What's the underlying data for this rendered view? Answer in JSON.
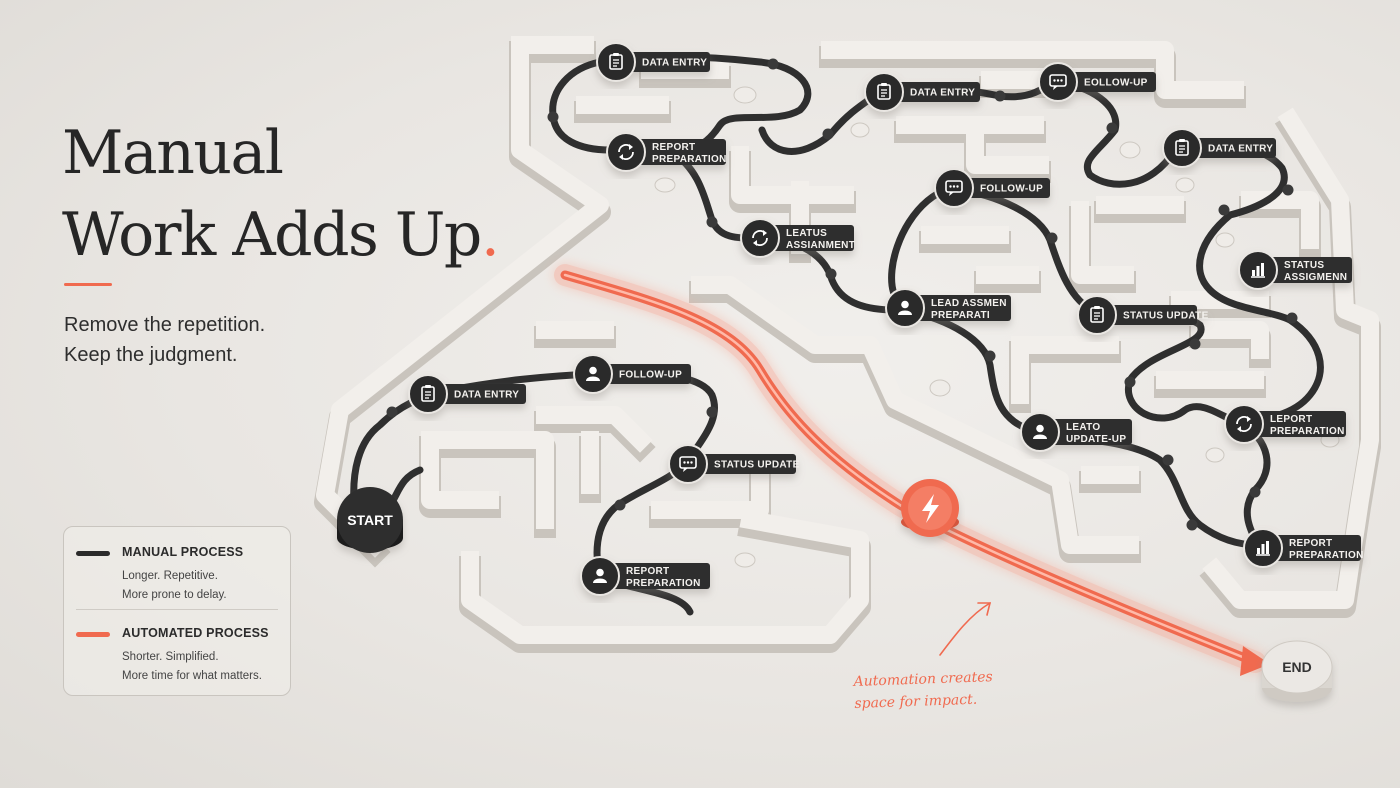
{
  "headline": {
    "line1": "Manual",
    "line2": "Work Adds Up",
    "dot": "."
  },
  "subtitle": {
    "line1": "Remove the repetition.",
    "line2": "Keep the judgment."
  },
  "legend": {
    "manual": {
      "title": "MANUAL PROCESS",
      "line1": "Longer. Repetitive.",
      "line2": "More prone to delay.",
      "color": "#2b2b2b"
    },
    "automated": {
      "title": "AUTOMATED PROCESS",
      "line1": "Shorter. Simplified.",
      "line2": "More time for what matters.",
      "color": "#f06a4f"
    }
  },
  "annotation": {
    "line1": "Automation creates",
    "line2": "space for impact."
  },
  "colors": {
    "accent": "#f06a4f",
    "manual_path": "#2f2f2f",
    "label_bg": "#2e2e2e",
    "wall": "#efece8"
  },
  "nodes": {
    "start": "START",
    "end": "END",
    "automation_icon": "lightning-icon"
  },
  "labels": [
    {
      "icon": "clipboard-icon",
      "line1": "DATA ENTRY",
      "line2": ""
    },
    {
      "icon": "cycle-icon",
      "line1": "REPORT",
      "line2": "PREPARATION"
    },
    {
      "icon": "clipboard-icon",
      "line1": "DATA ENTRY",
      "line2": ""
    },
    {
      "icon": "chat-icon",
      "line1": "ЕОLLОW-UP",
      "line2": ""
    },
    {
      "icon": "cycle-icon",
      "line1": "LEATUS",
      "line2": "ASSIANMENT"
    },
    {
      "icon": "chat-icon",
      "line1": "FOLLOW-UP",
      "line2": ""
    },
    {
      "icon": "clipboard-icon",
      "line1": "DATA ENTRY",
      "line2": ""
    },
    {
      "icon": "bar-chart-icon",
      "line1": "STATUS",
      "line2": "ASSIGMENN"
    },
    {
      "icon": "person-icon",
      "line1": "LEAD ASSMEN",
      "line2": "PREPARATI"
    },
    {
      "icon": "clipboard-edit-icon",
      "line1": "STATUS UPDATE",
      "line2": ""
    },
    {
      "icon": "person-icon",
      "line1": "LEATO",
      "line2": "UPDATE-UP"
    },
    {
      "icon": "cycle-icon",
      "line1": "LEPORT",
      "line2": "PREPARATION"
    },
    {
      "icon": "bar-chart-icon",
      "line1": "REPORT",
      "line2": "PREPARATION"
    },
    {
      "icon": "clipboard-icon",
      "line1": "DATA ENTRY",
      "line2": ""
    },
    {
      "icon": "person-icon",
      "line1": "FOLLOW-UP",
      "line2": ""
    },
    {
      "icon": "chat-icon",
      "line1": "STATUS UPDATE",
      "line2": ""
    },
    {
      "icon": "person-icon",
      "line1": "REPORT",
      "line2": "PREPARATION"
    }
  ]
}
